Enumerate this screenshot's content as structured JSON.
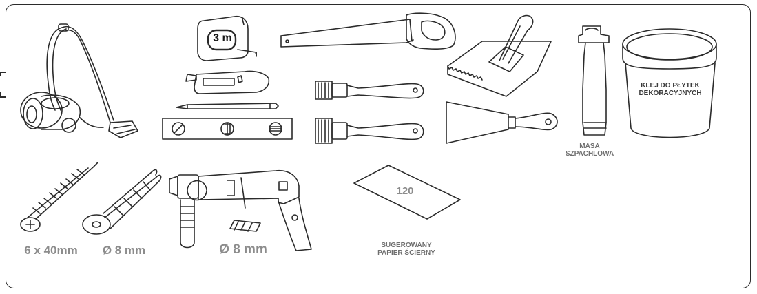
{
  "tape_measure": {
    "length": "3 m",
    "tick": "1"
  },
  "screw": {
    "size": "6 x 40mm"
  },
  "wall_plug": {
    "size": "Ø 8 mm"
  },
  "drill_bit": {
    "size": "Ø 8 mm"
  },
  "sandpaper": {
    "grit": "120",
    "caption_line1": "SUGEROWANY",
    "caption_line2": "PAPIER ŚCIERNY"
  },
  "filler_tube": {
    "caption_line1": "MASA",
    "caption_line2": "SZPACHLOWA"
  },
  "adhesive_bucket": {
    "label_line1": "KLEJ DO PŁYTEK",
    "label_line2": "DEKORACYJNYCH"
  },
  "colors": {
    "line": "#2b2b2b",
    "muted_text": "#8c8c8c",
    "fill_light": "#f2f2f2"
  }
}
